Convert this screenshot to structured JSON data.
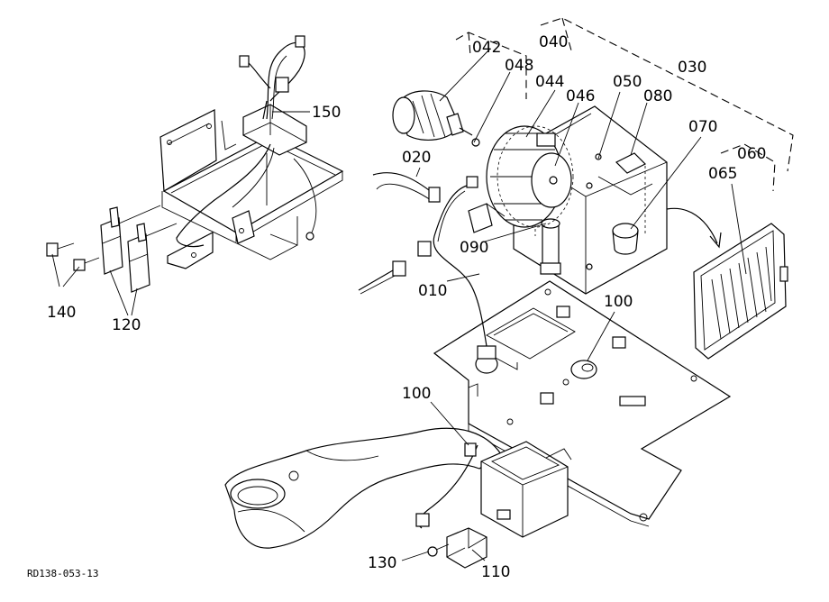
{
  "reference_code": "RD138-053-13",
  "callouts": [
    {
      "id": "042",
      "text": "042"
    },
    {
      "id": "040",
      "text": "040"
    },
    {
      "id": "048",
      "text": "048"
    },
    {
      "id": "044",
      "text": "044"
    },
    {
      "id": "046",
      "text": "046"
    },
    {
      "id": "050",
      "text": "050"
    },
    {
      "id": "080",
      "text": "080"
    },
    {
      "id": "030",
      "text": "030"
    },
    {
      "id": "070",
      "text": "070"
    },
    {
      "id": "060",
      "text": "060"
    },
    {
      "id": "065",
      "text": "065"
    },
    {
      "id": "020",
      "text": "020"
    },
    {
      "id": "090",
      "text": "090"
    },
    {
      "id": "010",
      "text": "010"
    },
    {
      "id": "100a",
      "text": "100"
    },
    {
      "id": "100b",
      "text": "100"
    },
    {
      "id": "150",
      "text": "150"
    },
    {
      "id": "140",
      "text": "140"
    },
    {
      "id": "120",
      "text": "120"
    },
    {
      "id": "130",
      "text": "130"
    },
    {
      "id": "110",
      "text": "110"
    }
  ]
}
